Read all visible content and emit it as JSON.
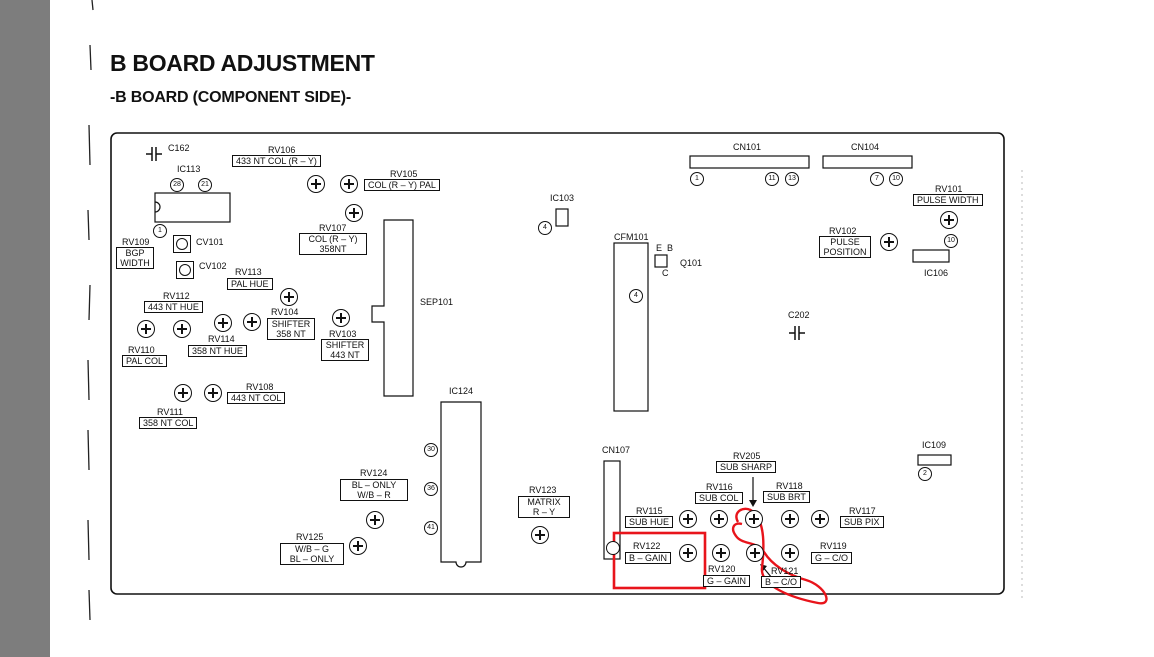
{
  "page": {
    "title": "B BOARD ADJUSTMENT",
    "subtitle": "-B BOARD (COMPONENT SIDE)-"
  },
  "board": {
    "c162": "C162",
    "ic113": "IC113",
    "ic113_pins": [
      "28",
      "21",
      "1"
    ],
    "rv106": {
      "ref": "RV106",
      "label": "433 NT COL (R – Y)"
    },
    "rv105": {
      "ref": "RV105",
      "label": "COL (R – Y) PAL"
    },
    "rv107": {
      "ref": "RV107",
      "label_1": "COL   (R – Y)",
      "label_2": "358NT"
    },
    "rv109": {
      "ref": "RV109",
      "label_1": "BGP",
      "label_2": "WIDTH"
    },
    "cv101": "CV101",
    "cv102": "CV102",
    "rv113": {
      "ref": "RV113",
      "label": "PAL HUE"
    },
    "rv112": {
      "ref": "RV112",
      "label": "443 NT HUE"
    },
    "rv104": {
      "ref": "RV104",
      "label_1": "SHIFTER",
      "label_2": "358  NT"
    },
    "rv103": {
      "ref": "RV103",
      "label_1": "SHIFTER",
      "label_2": "443  NT"
    },
    "rv110": {
      "ref": "RV110",
      "label": "PAL COL"
    },
    "rv114": {
      "ref": "RV114",
      "label": "358 NT HUE"
    },
    "rv108": {
      "ref": "RV108",
      "label": "443 NT COL"
    },
    "rv111": {
      "ref": "RV111",
      "label": "358 NT COL"
    },
    "sep101": "SEP101",
    "ic103": "IC103",
    "ic103_pin": "4",
    "cfm101": "CFM101",
    "cfm101_pin": "4",
    "q101": "Q101",
    "q101_pins": [
      "E",
      "B",
      "C"
    ],
    "cn101": "CN101",
    "cn101_pins": [
      "1",
      "11",
      "13"
    ],
    "cn104": "CN104",
    "cn104_pins": [
      "7",
      "10"
    ],
    "rv101": {
      "ref": "RV101",
      "label": "PULSE WIDTH"
    },
    "rv102": {
      "ref": "RV102",
      "label_1": "PULSE",
      "label_2": "POSITION"
    },
    "ic106": "IC106",
    "ic106_pin": "10",
    "c202": "C202",
    "ic124": "IC124",
    "ic124_pins": [
      "30",
      "36",
      "41"
    ],
    "rv124": {
      "ref": "RV124",
      "label_1": "BL – ONLY",
      "label_2": "W/B – R"
    },
    "rv125": {
      "ref": "RV125",
      "label_1": "W/B – G",
      "label_2": "BL – ONLY"
    },
    "rv123": {
      "ref": "RV123",
      "label_1": "MATRIX",
      "label_2": "R – Y"
    },
    "cn107": "CN107",
    "rv205": {
      "ref": "RV205",
      "label": "SUB SHARP"
    },
    "rv116": {
      "ref": "RV116",
      "label": "SUB COL"
    },
    "rv118": {
      "ref": "RV118",
      "label": "SUB BRT"
    },
    "rv115": {
      "ref": "RV115",
      "label": "SUB HUE"
    },
    "rv117": {
      "ref": "RV117",
      "label": "SUB PIX"
    },
    "rv122": {
      "ref": "RV122",
      "label": "B – GAIN"
    },
    "rv119": {
      "ref": "RV119",
      "label": "G – C/O"
    },
    "rv120": {
      "ref": "RV120",
      "label": "G – GAIN"
    },
    "rv121": {
      "ref": "RV121",
      "label": "B – C/O"
    },
    "ic109": "IC109",
    "ic109_pin": "2"
  },
  "colors": {
    "highlight": "#e8141b",
    "sidebar": "#7d7d7d",
    "ink": "#111111"
  }
}
